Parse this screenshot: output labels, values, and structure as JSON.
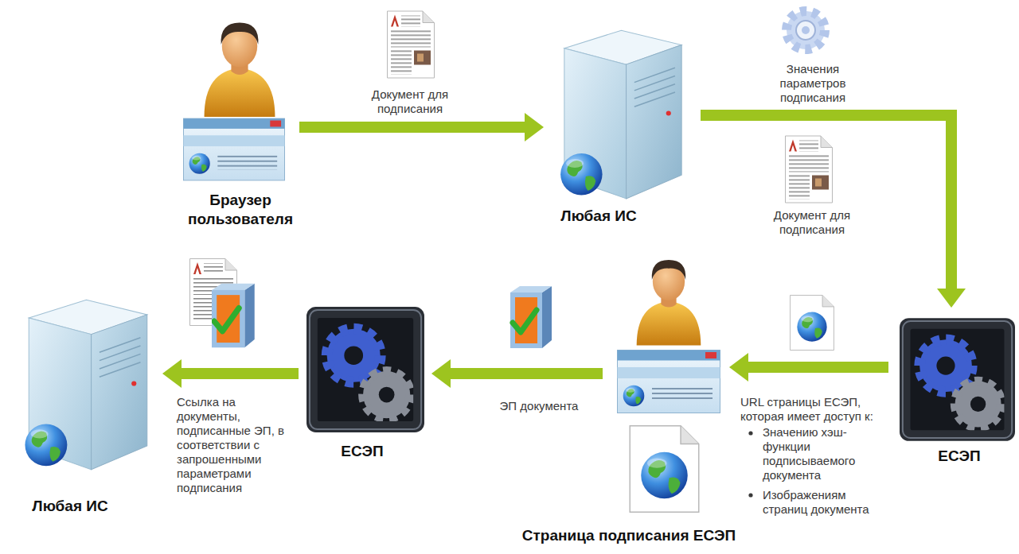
{
  "diagram": {
    "nodes": [
      {
        "text": [
          "Браузер пользователя"
        ]
      },
      {
        "text": [
          "Любая ИС"
        ]
      },
      {
        "text": [
          "ЕСЭП"
        ]
      },
      {
        "text": [
          "Страница подписания ЕСЭП"
        ]
      },
      {
        "text": [
          "ЕСЭП"
        ]
      },
      {
        "text": [
          "Любая ИС"
        ]
      }
    ],
    "edges": [
      {
        "from": 0,
        "to": 1,
        "arrow": "to",
        "label": "Документ для подписания"
      },
      {
        "from": 1,
        "to": 2,
        "arrow": "to",
        "label": "Значения параметров подписания"
      },
      {
        "from": 2,
        "to": 3,
        "arrow": "to",
        "label": "URL страницы ЕСЭП, которая имеет доступ к:"
      },
      {
        "from": 3,
        "to": 4,
        "arrow": "to",
        "label": "ЭП документа"
      },
      {
        "from": 4,
        "to": 5,
        "arrow": "to",
        "label": "Ссылка на документы, подписанные ЭП, в соответствии с запрошенными параметрами подписания"
      }
    ],
    "labels": [
      "Документ для подписания",
      "Значению хэш-функции подписываемого документа",
      "Изображениям страниц документа"
    ]
  }
}
